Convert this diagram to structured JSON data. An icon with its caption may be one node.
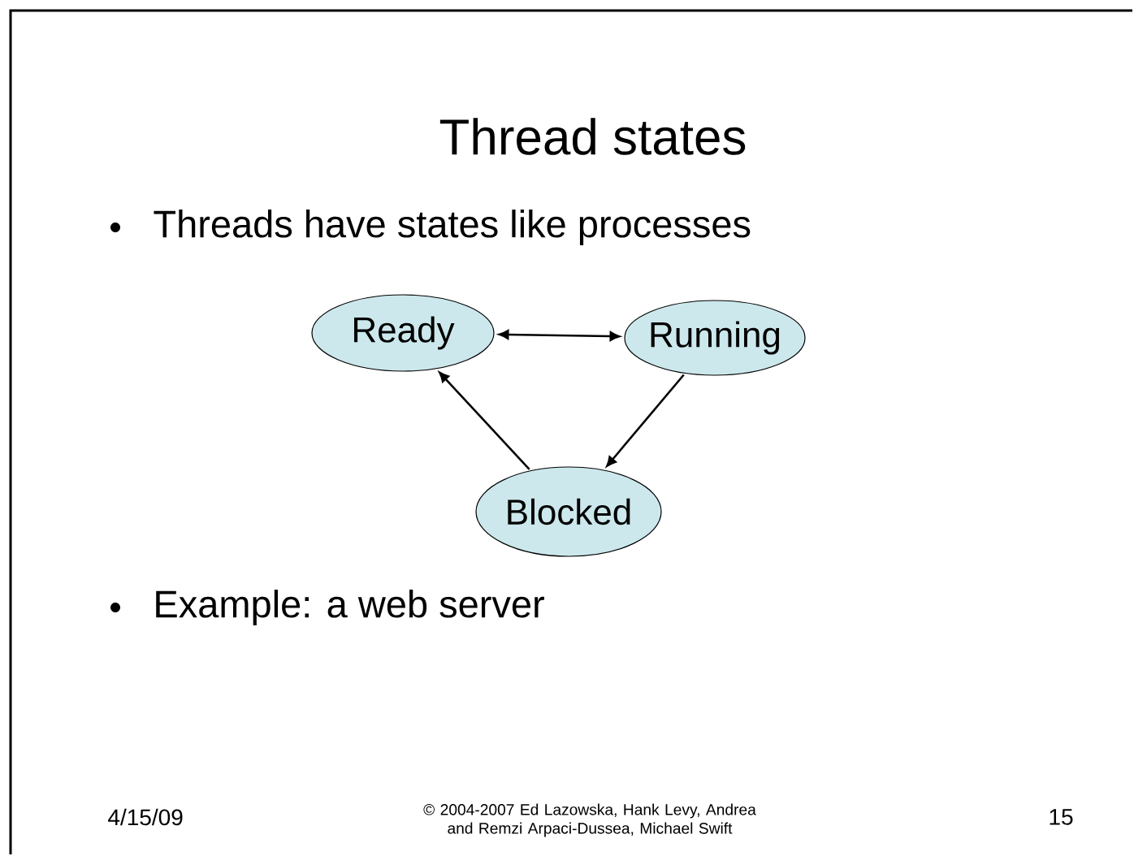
{
  "diagram": {
    "title": "Thread states",
    "nodes": [
      {
        "text": [
          "Ready"
        ]
      },
      {
        "text": [
          "Running"
        ]
      },
      {
        "text": [
          "Blocked"
        ]
      }
    ],
    "edges": [
      {
        "from": 0,
        "to": 1,
        "arrow": "both"
      },
      {
        "from": 1,
        "to": 2,
        "arrow": "to"
      },
      {
        "from": 2,
        "to": 0,
        "arrow": "to"
      }
    ],
    "labels": [
      "Threads have states like processes",
      "Example: a web server",
      "4/15/09",
      "© 2004-2007 Ed Lazowska, Hank Levy, Andrea and Remzi Arpaci-Dussea, Michael Swift",
      "15"
    ]
  }
}
